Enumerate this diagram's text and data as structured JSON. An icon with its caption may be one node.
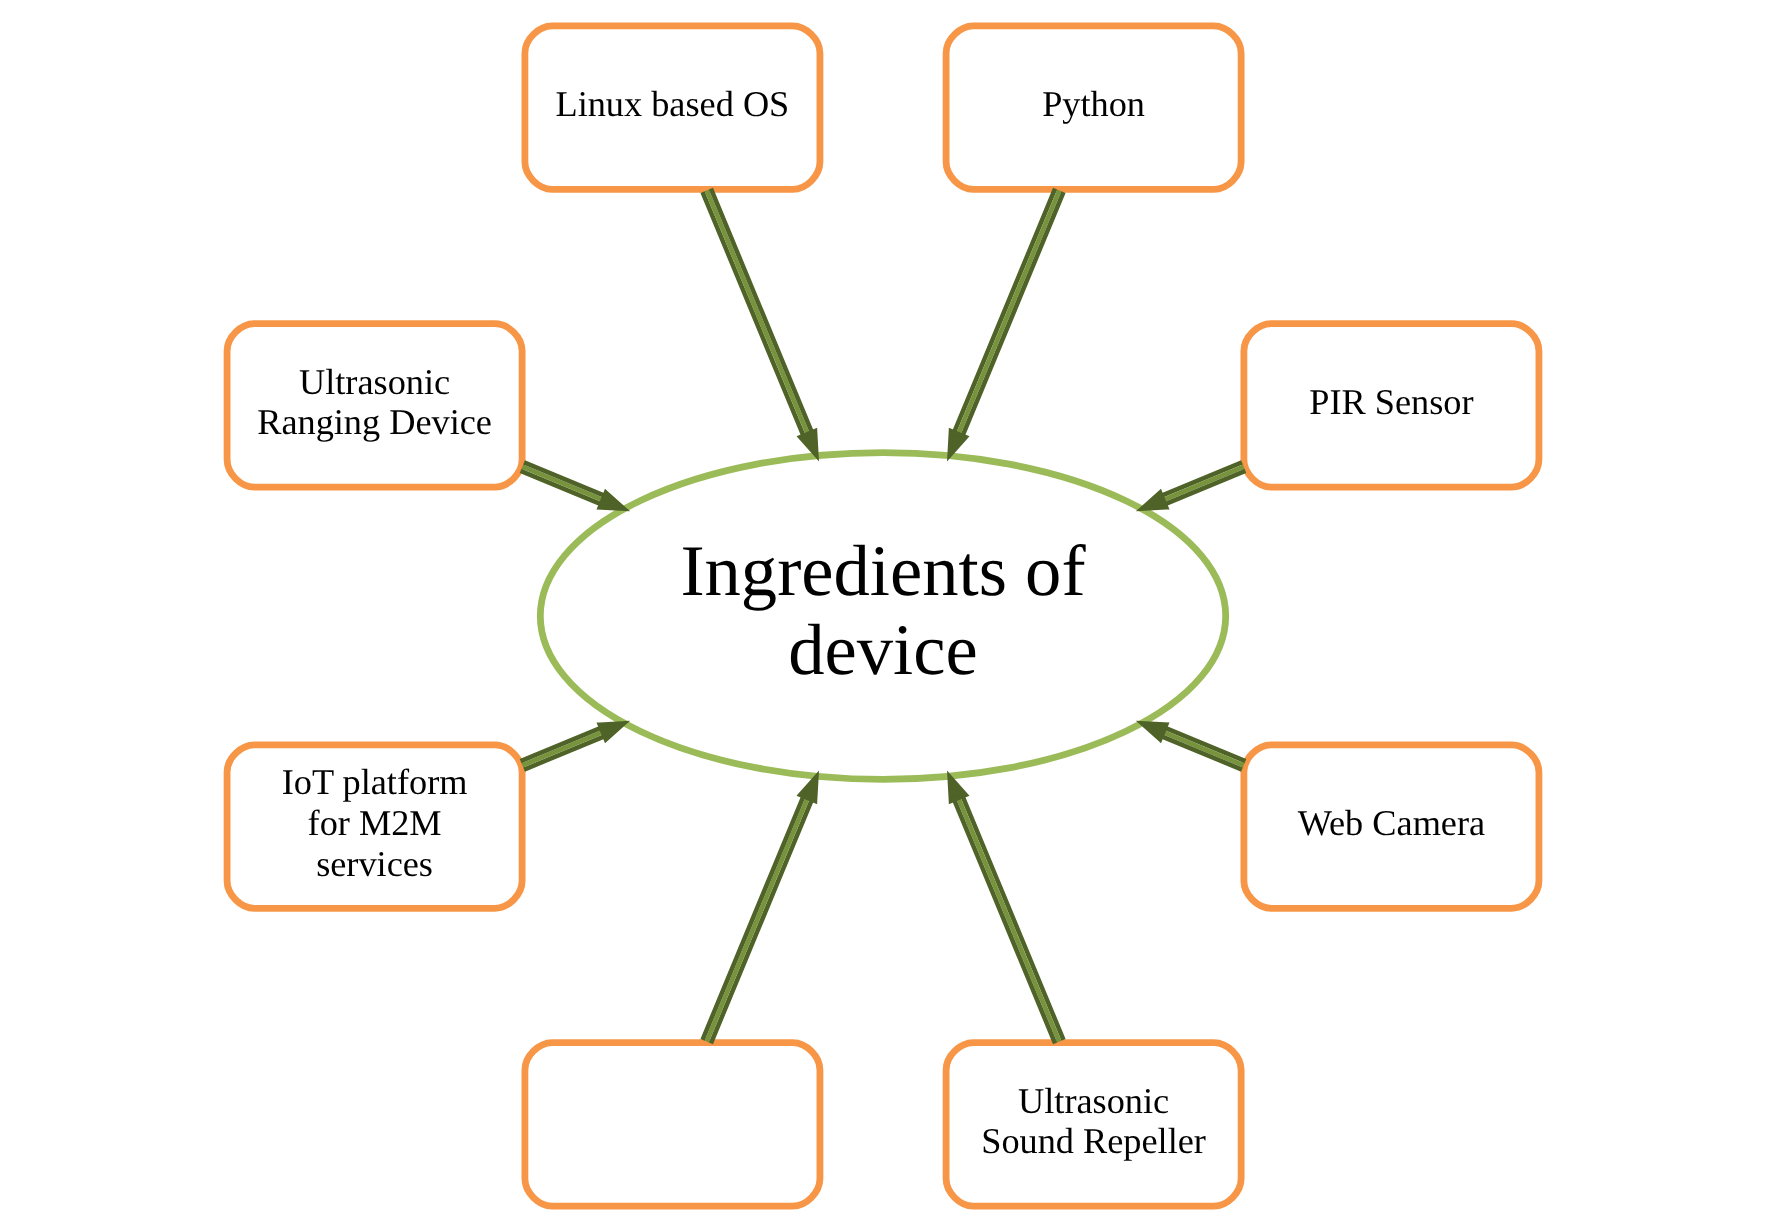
{
  "diagram": {
    "nodes": [
      {
        "text": [
          "Ingredients of device"
        ]
      },
      {
        "text": [
          "PIR Sensor"
        ]
      },
      {
        "text": [
          "Python"
        ]
      },
      {
        "text": [
          "Linux based OS"
        ]
      },
      {
        "text": [
          "Ultrasonic Ranging Device"
        ]
      },
      {
        "text": [
          "IoT platform for M2M services"
        ]
      },
      {
        "text": [],
        "shape": "box"
      },
      {
        "text": [
          "Ultrasonic Sound Repeller"
        ]
      },
      {
        "text": [
          "Web Camera"
        ]
      }
    ],
    "edges": [
      {
        "from": 1,
        "to": 0,
        "arrow": "to"
      },
      {
        "from": 2,
        "to": 0,
        "arrow": "to"
      },
      {
        "from": 3,
        "to": 0,
        "arrow": "to"
      },
      {
        "from": 4,
        "to": 0,
        "arrow": "to"
      },
      {
        "from": 5,
        "to": 0,
        "arrow": "to"
      },
      {
        "from": 6,
        "to": 0,
        "arrow": "to"
      },
      {
        "from": 7,
        "to": 0,
        "arrow": "to"
      },
      {
        "from": 8,
        "to": 0,
        "arrow": "to"
      }
    ]
  }
}
